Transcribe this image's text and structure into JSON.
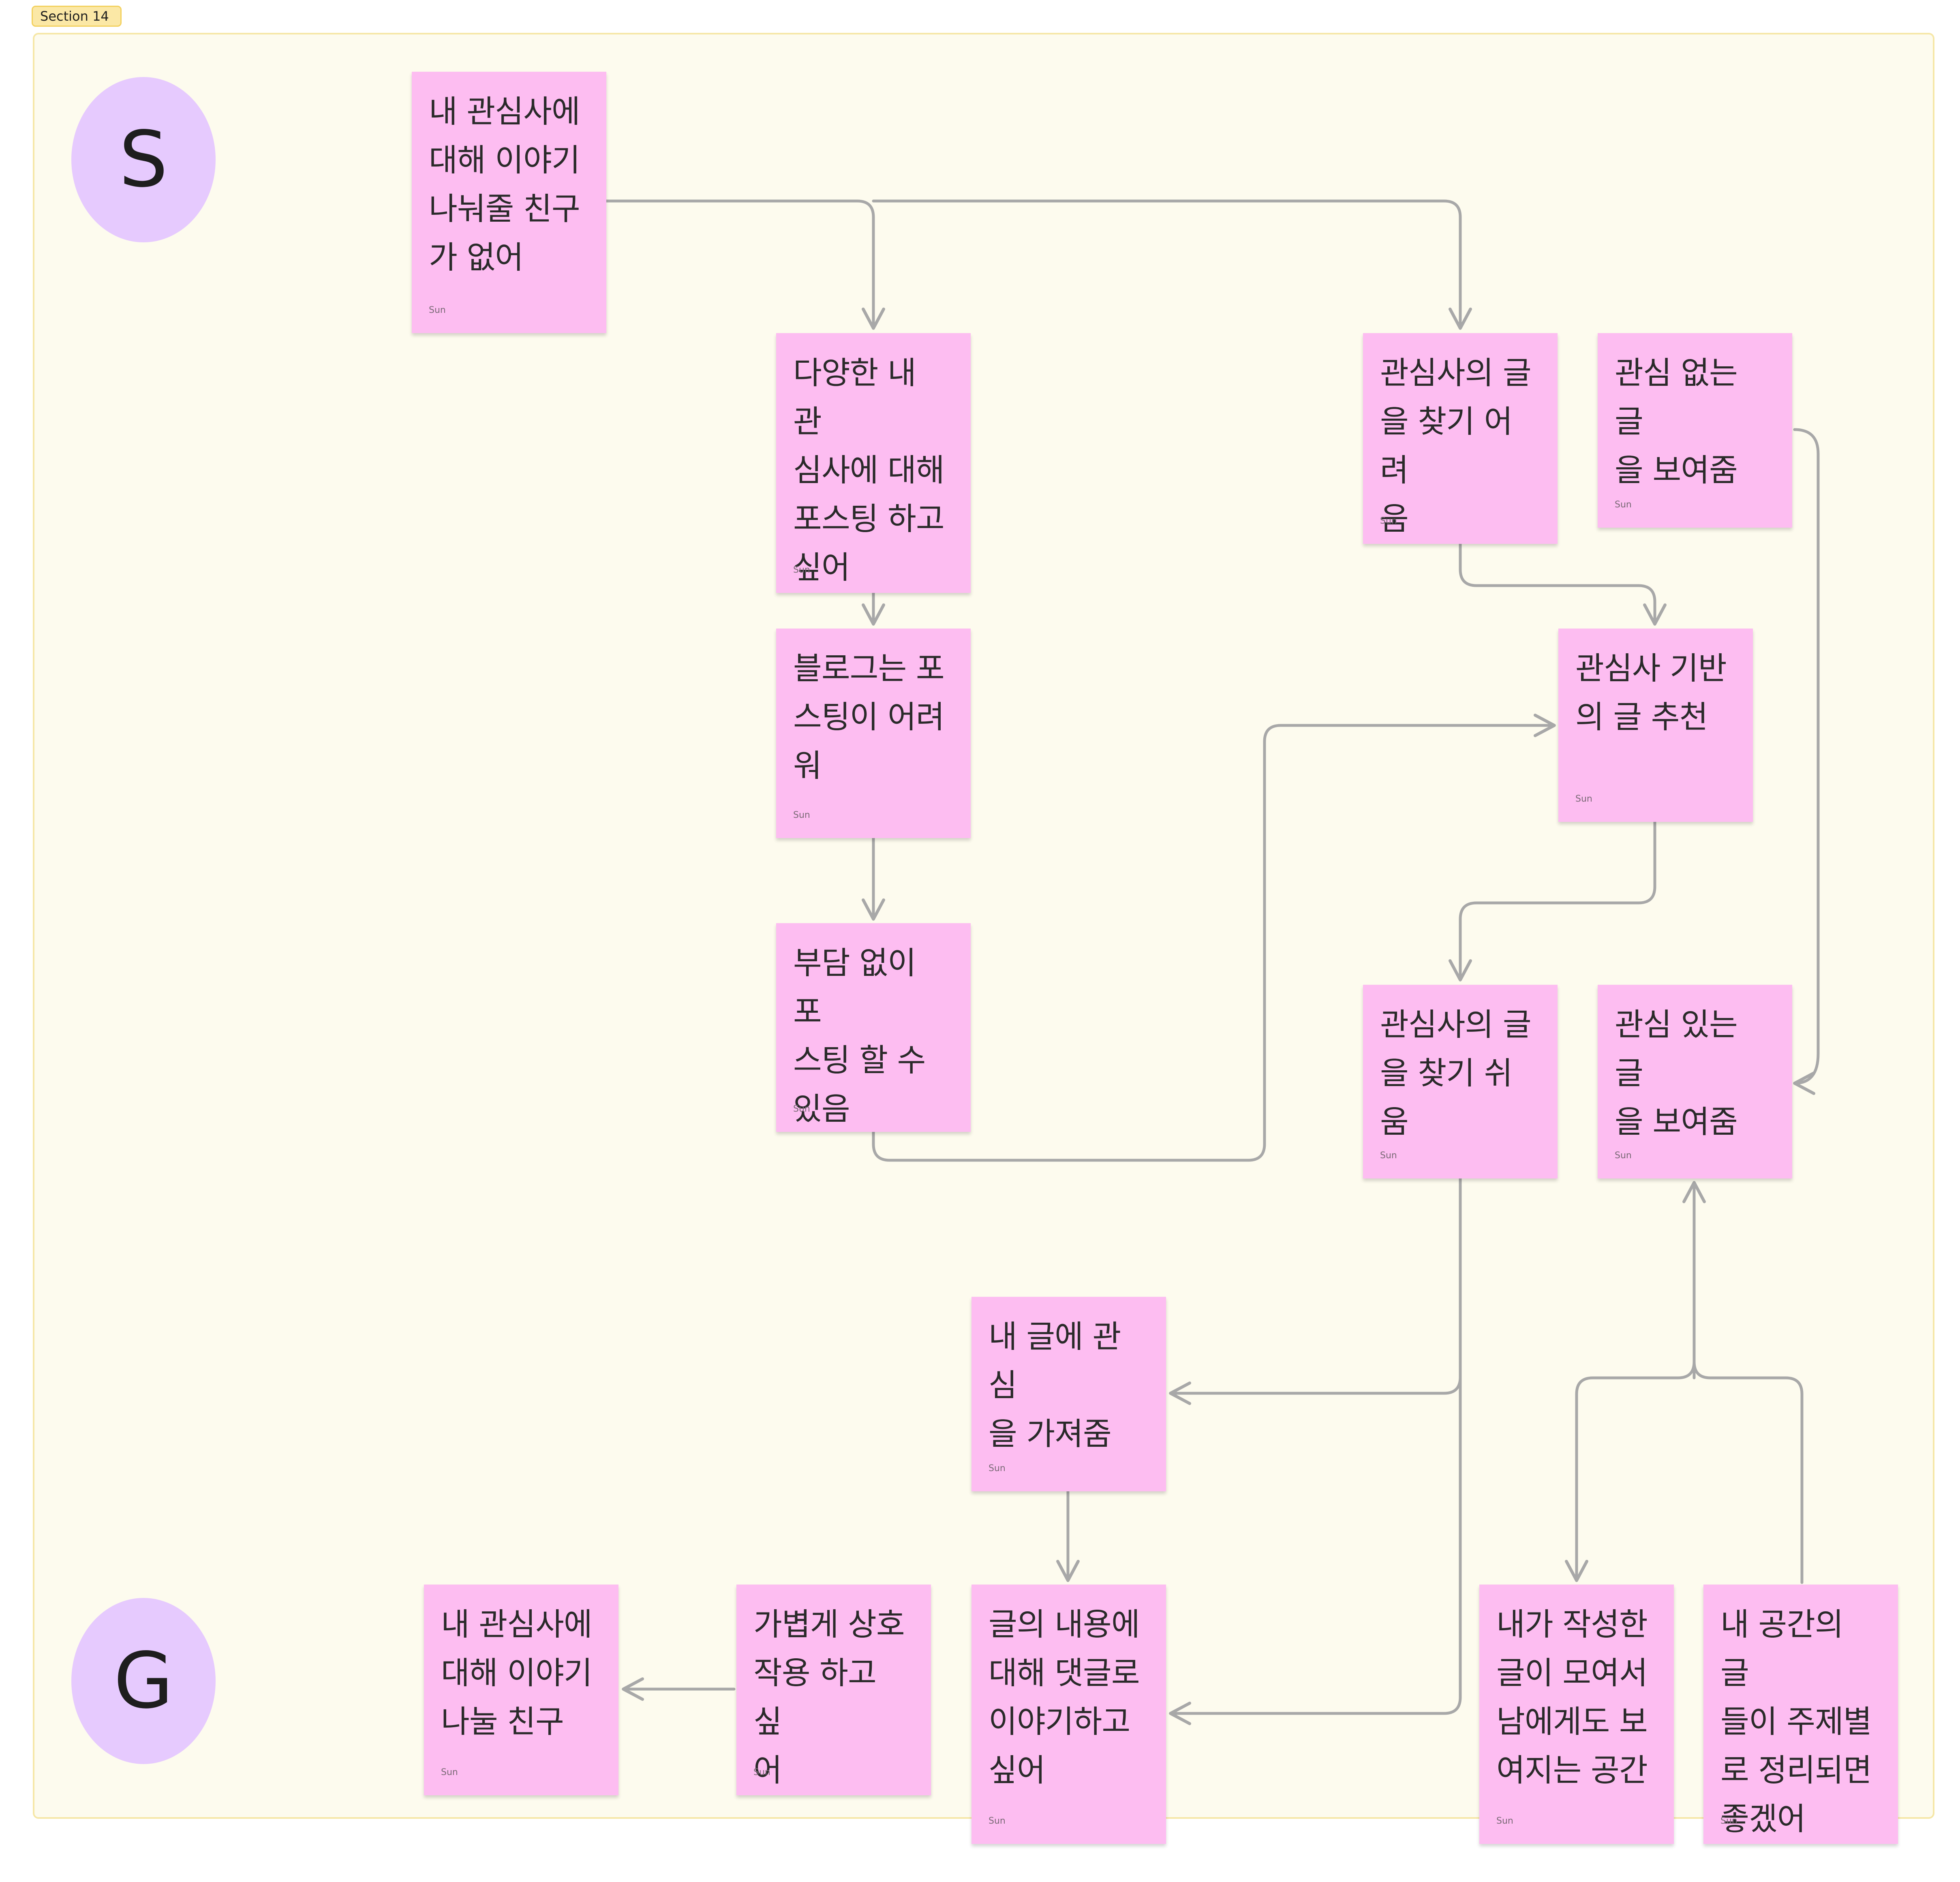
{
  "section": {
    "label": "Section 14"
  },
  "markers": {
    "start": "S",
    "goal": "G"
  },
  "stickies": {
    "n1": {
      "text": "내 관심사에\n대해 이야기\n나눠줄 친구\n가 없어",
      "author": "Sun"
    },
    "n2": {
      "text": "다양한 내 관\n심사에 대해\n포스팅 하고\n싶어",
      "author": "Sun"
    },
    "n3": {
      "text": "관심사의 글\n을 찾기 어려\n움",
      "author": "Sun"
    },
    "n4": {
      "text": "관심 없는 글\n을 보여줌",
      "author": "Sun"
    },
    "n5": {
      "text": "블로그는 포\n스팅이 어려\n워",
      "author": "Sun"
    },
    "n6": {
      "text": "관심사 기반\n의 글 추천",
      "author": "Sun"
    },
    "n7": {
      "text": "부담 없이 포\n스팅 할 수\n있음",
      "author": "Sun"
    },
    "n8": {
      "text": "관심사의 글\n을 찾기 쉬움",
      "author": "Sun"
    },
    "n9": {
      "text": "관심 있는 글\n을 보여줌",
      "author": "Sun"
    },
    "n10": {
      "text": "내 글에 관심\n을 가져줌",
      "author": "Sun"
    },
    "n11": {
      "text": "내 관심사에\n대해 이야기\n나눌 친구",
      "author": "Sun"
    },
    "n12": {
      "text": "가볍게 상호\n작용 하고 싶\n어",
      "author": "Sun"
    },
    "n13": {
      "text": "글의 내용에\n대해 댓글로\n이야기하고\n싶어",
      "author": "Sun"
    },
    "n14": {
      "text": "내가 작성한\n글이 모여서\n남에게도 보\n여지는 공간",
      "author": "Sun"
    },
    "n15": {
      "text": "내 공간의 글\n들이 주제별\n로 정리되면\n좋겠어",
      "author": "Sun"
    }
  },
  "colors": {
    "sticky": "#fdbdf1",
    "marker": "#e6cafe",
    "section_bg": "#fdfbee",
    "section_border": "#f6e7a7",
    "tag_bg": "#fbe8a6",
    "connector": "#a8a8a8"
  }
}
